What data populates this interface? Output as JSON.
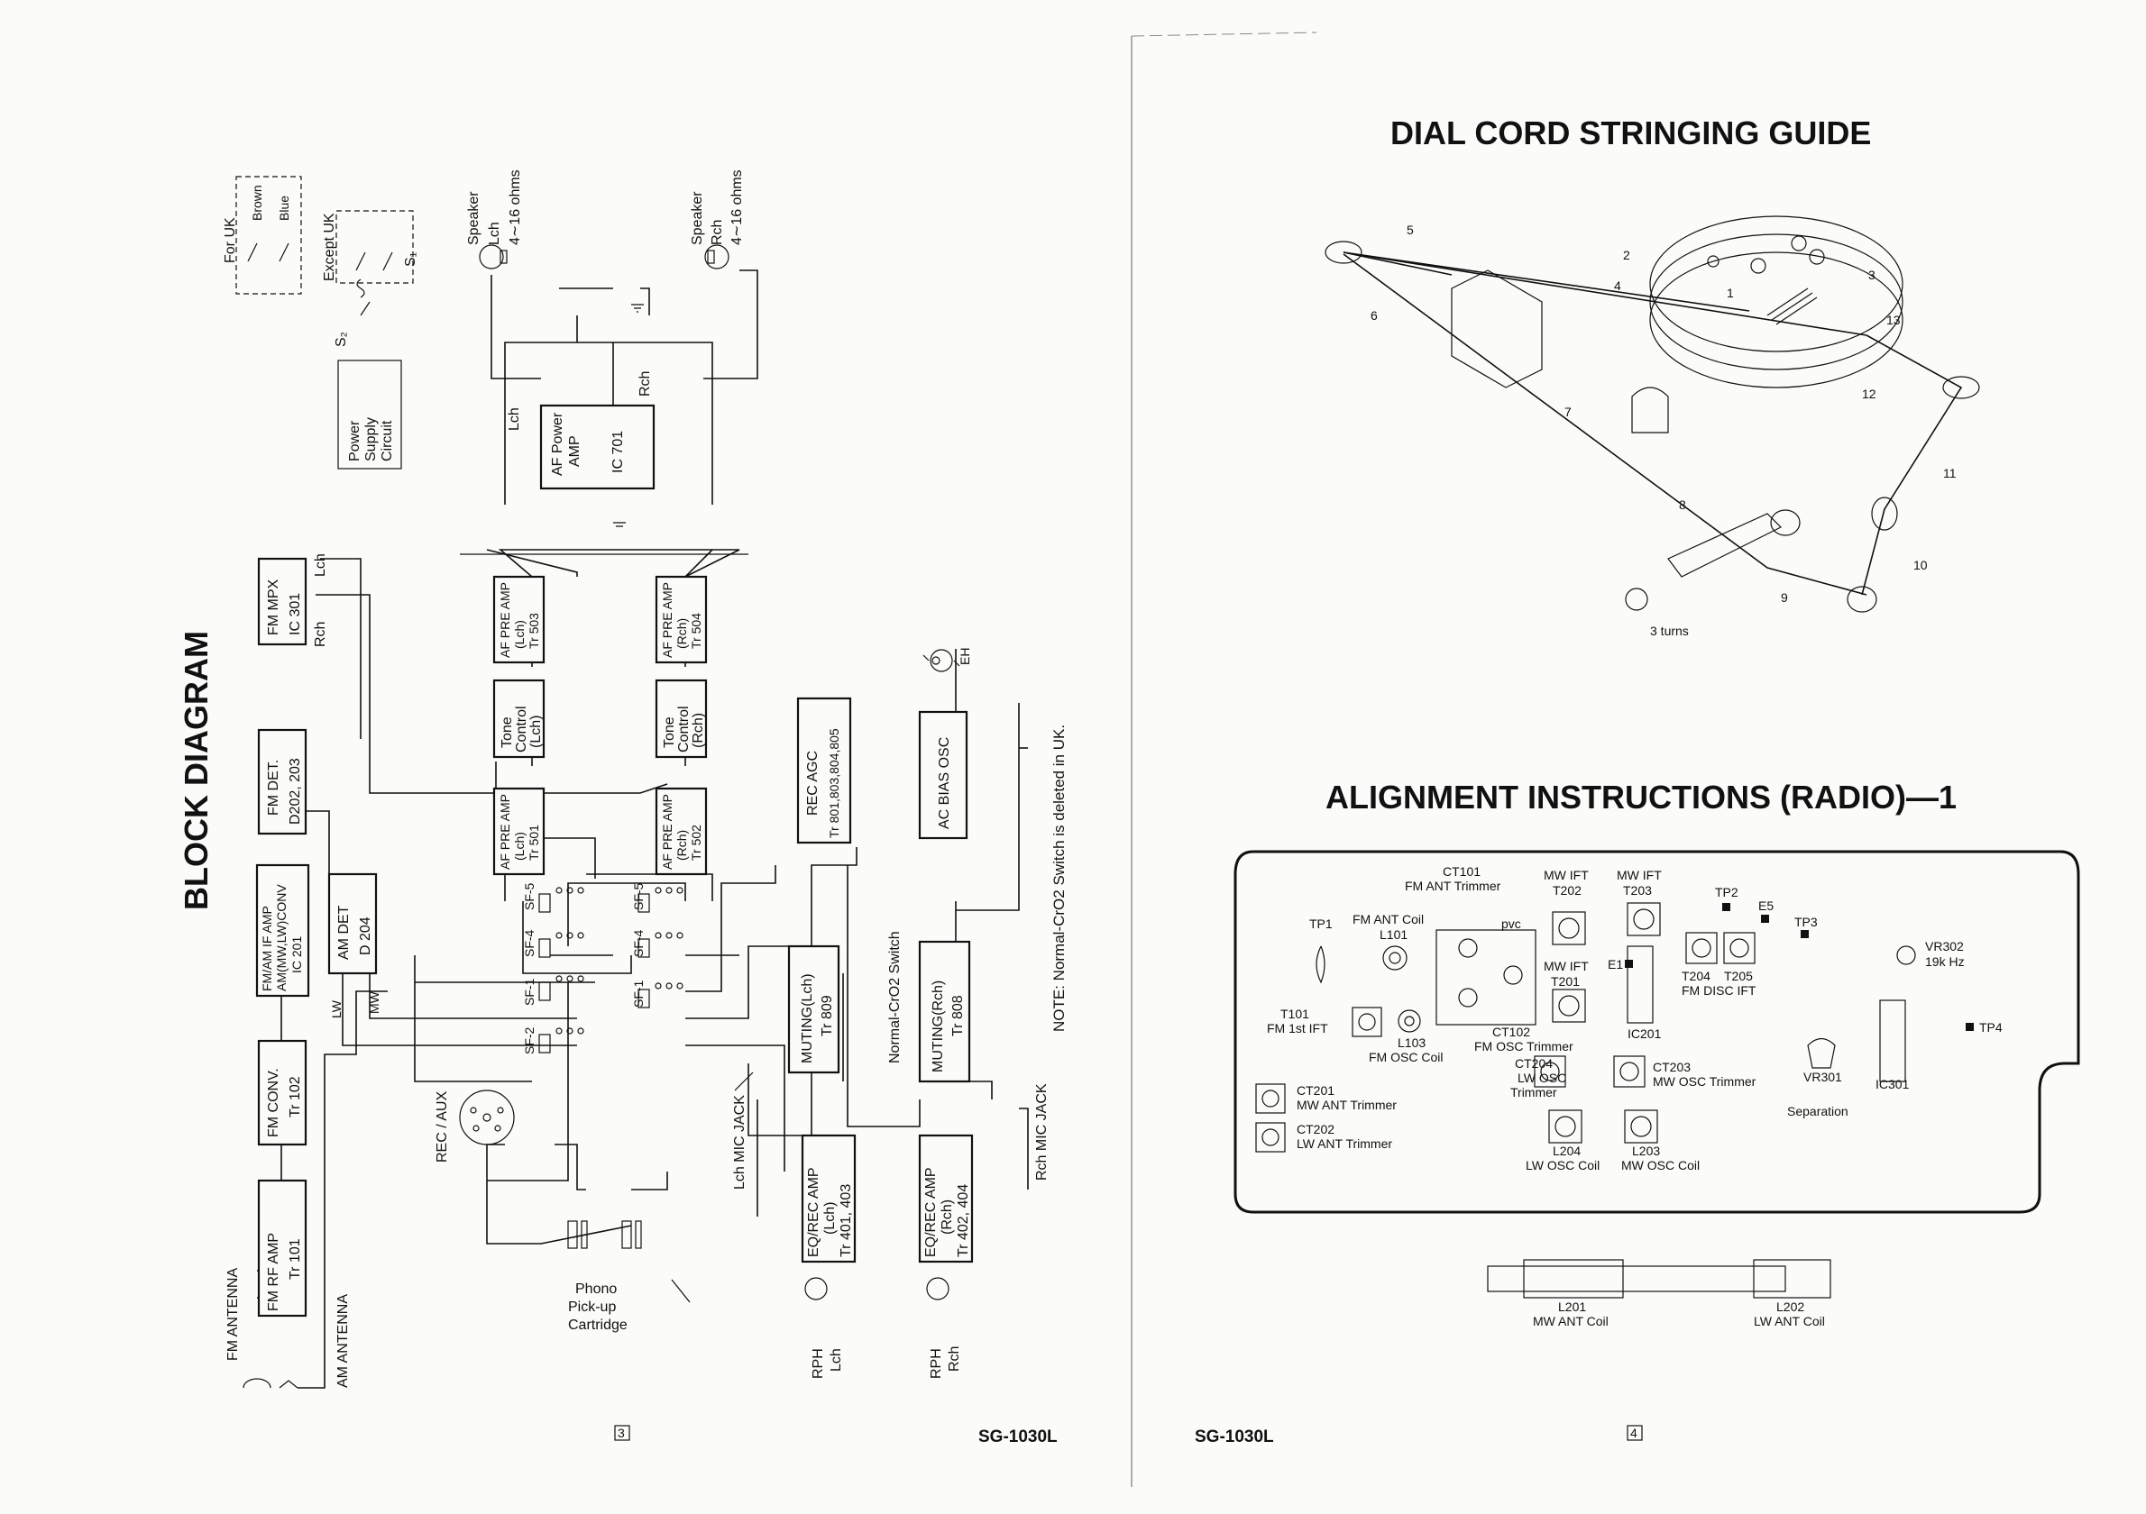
{
  "left_page": {
    "title": "BLOCK DIAGRAM",
    "page_number": "3",
    "model": "SG-1030L",
    "note": "NOTE: Normal-CrO2 Switch is deleted in UK.",
    "blocks": {
      "fm_rf_amp": [
        "FM RF AMP",
        "Tr 101"
      ],
      "fm_conv": [
        "FM CONV.",
        "Tr 102"
      ],
      "fm_amif": [
        "FM/AM IF AMP",
        "AM(MW,LW)CONV",
        "IC 201"
      ],
      "fm_det": [
        "FM DET.",
        "D202, 203"
      ],
      "fm_mpx": [
        "FM MPX",
        "IC 301"
      ],
      "am_det": [
        "AM DET",
        "D 204"
      ],
      "af_preamp_501": [
        "AF PRE AMP",
        "(Lch)",
        "Tr 501"
      ],
      "af_preamp_502": [
        "AF PRE AMP",
        "(Rch)",
        "Tr 502"
      ],
      "tone_l": [
        "Tone",
        "Control",
        "(Lch)"
      ],
      "tone_r": [
        "Tone",
        "Control",
        "(Rch)"
      ],
      "af_preamp_503": [
        "AF PRE AMP",
        "(Lch)",
        "Tr 503"
      ],
      "af_preamp_504": [
        "AF PRE AMP",
        "(Rch)",
        "Tr 504"
      ],
      "af_power_amp": [
        "AF Power",
        "AMP",
        "IC 701"
      ],
      "rec_agc": [
        "REC AGC",
        "Tr 801,803,804,805"
      ],
      "ac_bias_osc": [
        "AC BIAS OSC"
      ],
      "muting_l": [
        "MUTING(Lch)",
        "Tr 809"
      ],
      "muting_r": [
        "MUTING(Rch)",
        "Tr 808"
      ],
      "eq_rec_l": [
        "EQ/REC AMP",
        "(Lch)",
        "Tr 401, 403"
      ],
      "eq_rec_r": [
        "EQ/REC AMP",
        "(Rch)",
        "Tr 402, 404"
      ],
      "power_supply": [
        "Power",
        "Supply",
        "Circuit"
      ]
    },
    "labels": {
      "fm_antenna": "FM ANTENNA",
      "am_antenna": "AM ANTENNA",
      "for_uk": "For UK",
      "except_uk": "Except UK",
      "brown": "Brown",
      "blue": "Blue",
      "s1": "S₁",
      "s2": "S₂",
      "speaker_l": [
        "Speaker",
        "Lch",
        "4∼16 ohms"
      ],
      "speaker_r": [
        "Speaker",
        "Rch",
        "4∼16 ohms"
      ],
      "lch": "Lch",
      "rch": "Rch",
      "lw": "LW",
      "mw": "MW",
      "rec_aux": "REC / AUX",
      "phono": [
        "Phono",
        "Pick-up",
        "Cartridge"
      ],
      "lch_mic_jack": "Lch MIC JACK",
      "rch_mic_jack": "Rch MIC JACK",
      "normal_cro2": "Normal-CrO2 Switch",
      "rph_l": [
        "RPH",
        "Lch"
      ],
      "rph_r": [
        "RPH",
        "Rch"
      ],
      "eh": "EH",
      "sf_left": [
        "SF-5",
        "SF-4",
        "SF-1",
        "SF-2"
      ],
      "sf_right": [
        "SF-5",
        "SF-4",
        "SF-1"
      ]
    }
  },
  "right_page": {
    "title_1": "DIAL CORD STRINGING GUIDE",
    "title_2": "ALIGNMENT INSTRUCTIONS (RADIO)—1",
    "page_number": "4",
    "model": "SG-1030L",
    "dial_numbers": [
      "1",
      "2",
      "3",
      "4",
      "5",
      "6",
      "7",
      "8",
      "9",
      "10",
      "11",
      "12",
      "13"
    ],
    "three_turns": "3 turns",
    "board_labels": {
      "ct101": [
        "CT101",
        "FM ANT Trimmer"
      ],
      "mw_ift_t202": [
        "MW IFT",
        "T202"
      ],
      "mw_ift_t203": [
        "MW IFT",
        "T203"
      ],
      "tp2": "TP2",
      "e5": "E5",
      "tp3": "TP3",
      "tp1": "TP1",
      "fm_ant_coil": [
        "FM ANT Coil",
        "L101"
      ],
      "pvc": "pvc",
      "e1": "E1",
      "mw_ift_t201": [
        "MW IFT",
        "T201"
      ],
      "t204": "T204",
      "t205": "T205",
      "fm_disc_ift": "FM DISC IFT",
      "ic201": "IC201",
      "vr302": [
        "VR302",
        "19k Hz"
      ],
      "t101": [
        "T101",
        "FM  1st IFT"
      ],
      "l103": [
        "L103",
        "FM OSC Coil"
      ],
      "ct102": [
        "CT102",
        "FM OSC Trimmer"
      ],
      "tp4": "TP4",
      "ct204": [
        "CT204",
        "LW OSC",
        "Trimmer"
      ],
      "ct203": [
        "CT203",
        "MW OSC  Trimmer"
      ],
      "vr301": [
        "VR301",
        "Separation"
      ],
      "ic301": "IC301",
      "ct201": [
        "CT201",
        "MW ANT Trimmer"
      ],
      "ct202": [
        "CT202",
        "LW ANT Trimmer"
      ],
      "l204": [
        "L204",
        "LW OSC Coil"
      ],
      "l203": [
        "L203",
        "MW OSC Coil"
      ],
      "l201": [
        "L201",
        "MW ANT Coil"
      ],
      "l202": [
        "L202",
        "LW ANT Coil"
      ]
    }
  }
}
